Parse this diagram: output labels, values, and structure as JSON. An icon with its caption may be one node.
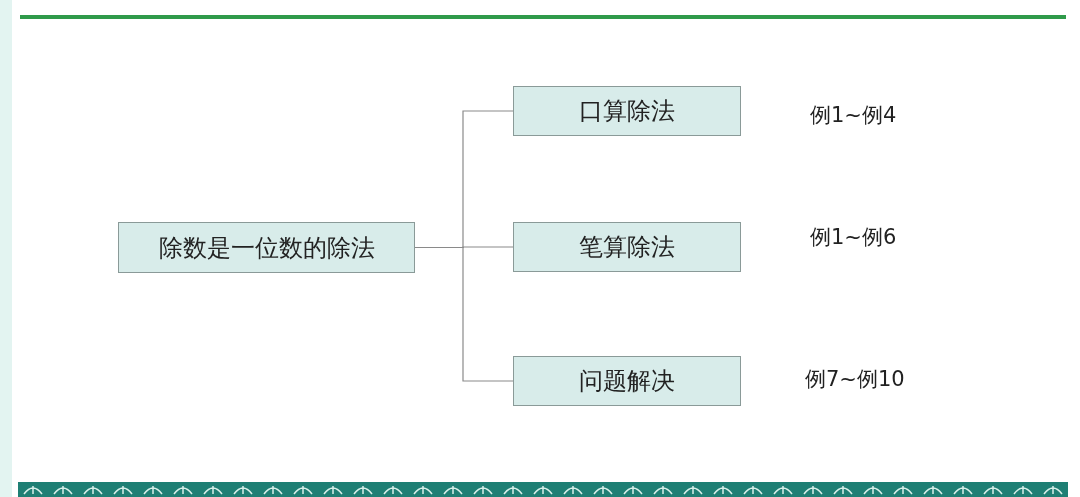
{
  "diagram": {
    "nodes": [
      {
        "text": [
          "除数是一位数的除法"
        ]
      },
      {
        "text": [
          "口算除法"
        ],
        "beside": [
          "例1~例4"
        ]
      },
      {
        "text": [
          "笔算除法"
        ],
        "beside": [
          "例1~例6"
        ]
      },
      {
        "text": [
          "问题解决"
        ],
        "beside": [
          "例7~例10"
        ]
      }
    ],
    "edges": [
      {
        "from": 0,
        "to": 1,
        "arrow": "none"
      },
      {
        "from": 0,
        "to": 2,
        "arrow": "none"
      },
      {
        "from": 0,
        "to": 3,
        "arrow": "none"
      }
    ]
  }
}
